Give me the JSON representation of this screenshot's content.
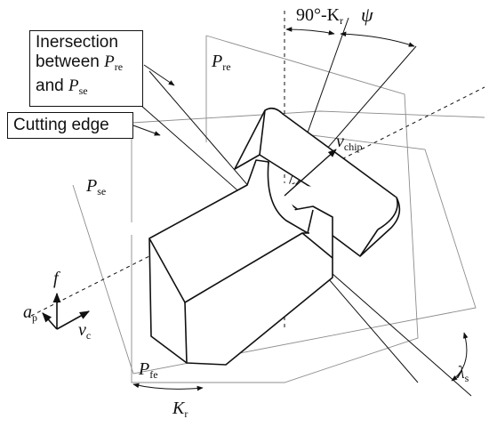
{
  "labels": {
    "inter_line1": "Inersection",
    "inter_line2": "between",
    "inter_P1": "P",
    "inter_P1_sub": "re",
    "inter_and": "and",
    "inter_P2": "P",
    "inter_P2_sub": "se",
    "cutting_edge": "Cutting edge",
    "angle_90": "90°-K",
    "angle_90_sub": "r",
    "psi": "ψ",
    "p_re": "P",
    "p_re_sub": "re",
    "v_chip": "v",
    "v_chip_sub": "chip",
    "p_se": "P",
    "p_se_sub": "se",
    "f": "f",
    "a_p": "a",
    "a_p_sub": "p",
    "v_c": "v",
    "v_c_sub": "c",
    "p_fe": "P",
    "p_fe_sub": "fe",
    "k_r": "K",
    "k_r_sub": "r",
    "lambda_s": "λ",
    "lambda_s_sub": "s"
  },
  "colors": {
    "ink": "#111111",
    "plane": "#8c8c8c"
  }
}
